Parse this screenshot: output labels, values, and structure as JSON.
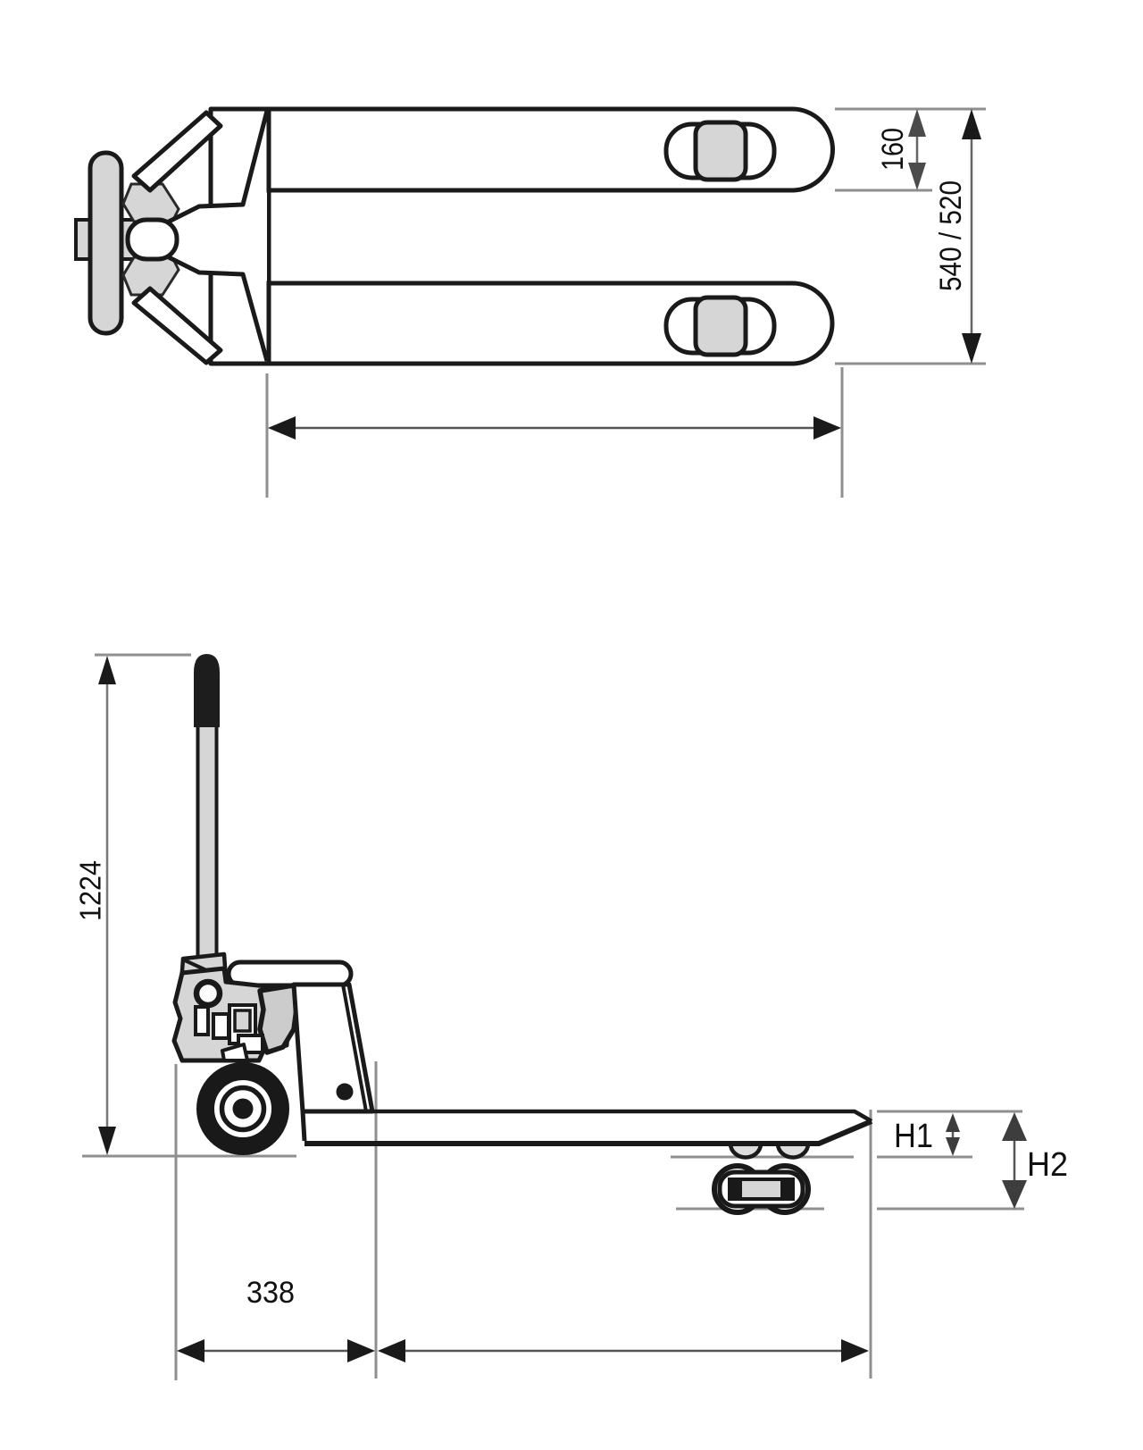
{
  "diagram": {
    "type": "hand-pallet-truck-dimension-drawing",
    "background": "#ffffff",
    "colors": {
      "outline": "#1a1a1a",
      "part_gray": "#d6d6d6",
      "dim_line_gray": "#8f8f8f",
      "arrow_black": "#1a1a1a",
      "arrow_medium_gray": "#4b4b4b",
      "arrow_dark_gray": "#3d3d3d"
    },
    "top_view": {
      "dim_fork_width": {
        "label": "160"
      },
      "dim_overall_width": {
        "label": "540 / 520"
      }
    },
    "side_view": {
      "dim_handle_height": {
        "label": "1224"
      },
      "dim_axle_offset": {
        "label": "338"
      },
      "dim_lowered_height": {
        "label": "H1"
      },
      "dim_lift_height": {
        "label": "H2"
      }
    }
  }
}
